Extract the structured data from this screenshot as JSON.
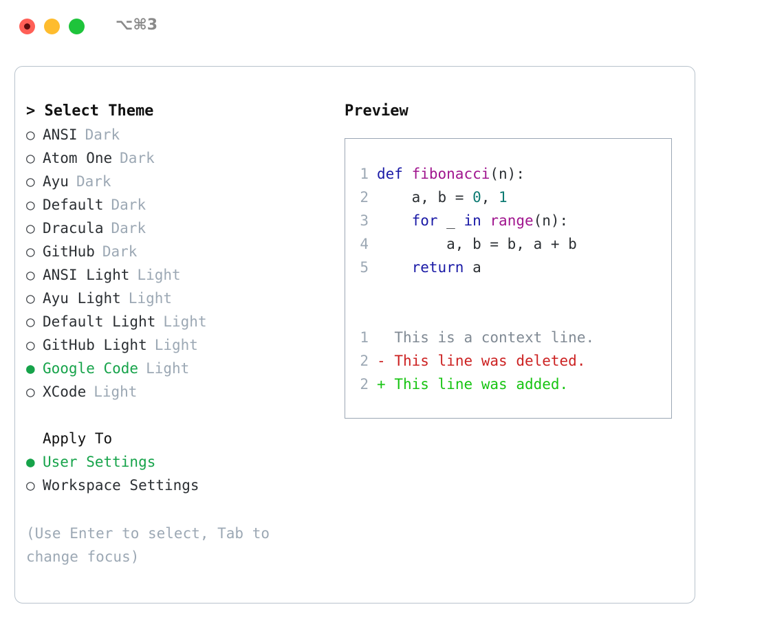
{
  "titlebar": {
    "shortcut": "⌥⌘3",
    "lights": [
      {
        "name": "close-button",
        "color": "#ff5f56"
      },
      {
        "name": "minimize-button",
        "color": "#febc2e"
      },
      {
        "name": "maximize-button",
        "color": "#1ec43b"
      }
    ]
  },
  "theme_panel": {
    "heading": "> Select Theme",
    "selected_marker": "●",
    "unselected_marker": "○",
    "items": [
      {
        "marker": "○",
        "name": "ANSI",
        "kind": "Dark",
        "selected": false
      },
      {
        "marker": "○",
        "name": "Atom One",
        "kind": "Dark",
        "selected": false
      },
      {
        "marker": "○",
        "name": "Ayu",
        "kind": "Dark",
        "selected": false
      },
      {
        "marker": "○",
        "name": "Default",
        "kind": "Dark",
        "selected": false
      },
      {
        "marker": "○",
        "name": "Dracula",
        "kind": "Dark",
        "selected": false
      },
      {
        "marker": "○",
        "name": "GitHub",
        "kind": "Dark",
        "selected": false
      },
      {
        "marker": "○",
        "name": "ANSI Light",
        "kind": "Light",
        "selected": false
      },
      {
        "marker": "○",
        "name": "Ayu Light",
        "kind": "Light",
        "selected": false
      },
      {
        "marker": "○",
        "name": "Default Light",
        "kind": "Light",
        "selected": false
      },
      {
        "marker": "○",
        "name": "GitHub Light",
        "kind": "Light",
        "selected": false
      },
      {
        "marker": "●",
        "name": "Google Code",
        "kind": "Light",
        "selected": true
      },
      {
        "marker": "○",
        "name": "XCode",
        "kind": "Light",
        "selected": false
      }
    ]
  },
  "apply_to": {
    "heading": "Apply To",
    "options": [
      {
        "marker": "●",
        "label": "User Settings",
        "selected": true
      },
      {
        "marker": "○",
        "label": "Workspace Settings",
        "selected": false
      }
    ]
  },
  "hint": "(Use Enter to select, Tab to change focus)",
  "preview": {
    "heading": "Preview",
    "code_lines": [
      {
        "no": "1",
        "tokens": [
          {
            "t": "def",
            "c": "kw"
          },
          {
            "t": " ",
            "c": "punc"
          },
          {
            "t": "fibonacci",
            "c": "fn"
          },
          {
            "t": "(n):",
            "c": "punc"
          }
        ]
      },
      {
        "no": "2",
        "tokens": [
          {
            "t": "    a, b = ",
            "c": "var"
          },
          {
            "t": "0",
            "c": "num"
          },
          {
            "t": ", ",
            "c": "punc"
          },
          {
            "t": "1",
            "c": "num"
          }
        ]
      },
      {
        "no": "3",
        "tokens": [
          {
            "t": "    ",
            "c": "punc"
          },
          {
            "t": "for",
            "c": "kw"
          },
          {
            "t": " _ ",
            "c": "var"
          },
          {
            "t": "in",
            "c": "kw"
          },
          {
            "t": " ",
            "c": "punc"
          },
          {
            "t": "range",
            "c": "fn"
          },
          {
            "t": "(n):",
            "c": "punc"
          }
        ]
      },
      {
        "no": "4",
        "tokens": [
          {
            "t": "        a, b = b, a + b",
            "c": "var"
          }
        ]
      },
      {
        "no": "5",
        "tokens": [
          {
            "t": "    ",
            "c": "punc"
          },
          {
            "t": "return",
            "c": "kw"
          },
          {
            "t": " a",
            "c": "var"
          }
        ]
      }
    ],
    "diff_lines": [
      {
        "no": "1",
        "sign": " ",
        "text": "This is a context line.",
        "kind": "ctx"
      },
      {
        "no": "2",
        "sign": "-",
        "text": "This line was deleted.",
        "kind": "del"
      },
      {
        "no": "2",
        "sign": "+",
        "text": "This line was added.",
        "kind": "add"
      }
    ]
  },
  "colors": {
    "accent_green": "#16a34a",
    "keyword": "#1a1aa6",
    "function": "#a0158e",
    "number": "#0c7a72",
    "muted": "#9ca8b4",
    "diff_add": "#17c412",
    "diff_del": "#cc2222",
    "panel_border": "#b8c2cc",
    "preview_border": "#9aa6b4"
  }
}
